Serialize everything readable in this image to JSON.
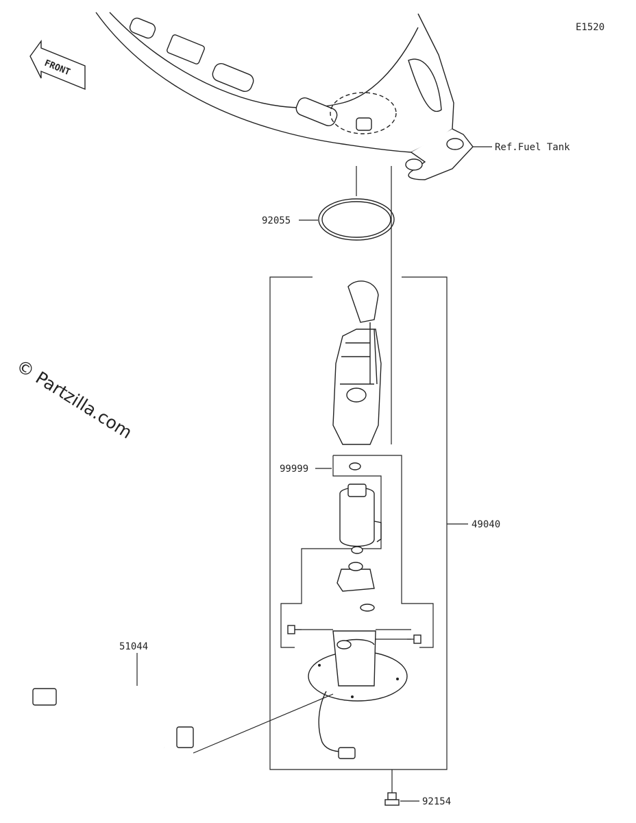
{
  "diagram_code": "E1520",
  "front_label": "FRONT",
  "watermark": "© Partzilla.com",
  "ref_label": "Ref.Fuel Tank",
  "parts": {
    "oring": "92055",
    "pump_assembly": "49040",
    "small_oring": "99999",
    "harness": "51044",
    "bolt": "92154"
  }
}
